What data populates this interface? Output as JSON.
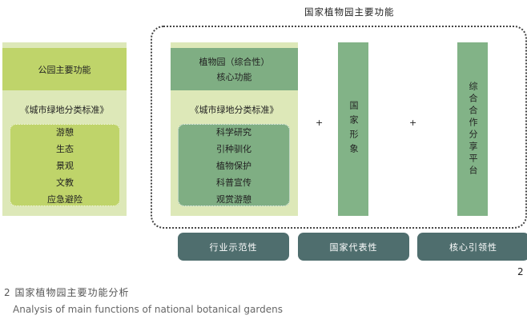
{
  "title": "国家植物园主要功能",
  "park": {
    "header": "公园主要功能",
    "standard": "《城市绿地分类标准》",
    "items": [
      "游憩",
      "生态",
      "景观",
      "文教",
      "应急避险"
    ]
  },
  "garden": {
    "header_line1": "植物园（综合性）",
    "header_line2": "核心功能",
    "standard": "《城市绿地分类标准》",
    "items": [
      "科学研究",
      "引种驯化",
      "植物保护",
      "科普宣传",
      "观赏游憩"
    ]
  },
  "plus": "+",
  "bars": [
    "国家形象",
    "综合合作分享平台"
  ],
  "buttons": [
    "行业示范性",
    "国家代表性",
    "核心引领性"
  ],
  "figure_number": "2",
  "caption_cn": "2 国家植物园主要功能分析",
  "caption_en": "Analysis of main functions of national botanical gardens",
  "colors": {
    "park_light": "#dde8b8",
    "park_header": "#bfd46a",
    "garden_header": "#7fae83",
    "button": "#4f6e6e"
  }
}
